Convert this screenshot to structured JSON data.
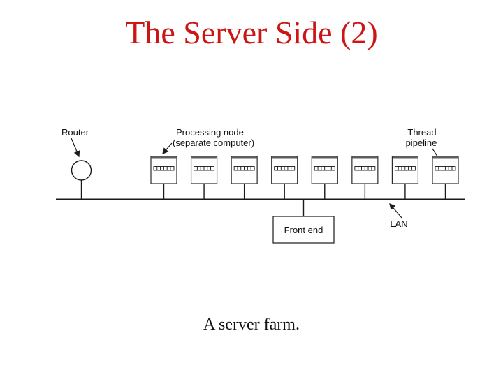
{
  "title": "The Server Side (2)",
  "caption": "A server farm.",
  "colors": {
    "title": "#cc1515",
    "ink": "#1a1a1a"
  },
  "diagram": {
    "router_label": "Router",
    "processing_label_line1": "Processing node",
    "processing_label_line2": "(separate computer)",
    "thread_label_line1": "Thread",
    "thread_label_line2": "pipeline",
    "lan_label": "LAN",
    "front_end_label": "Front end",
    "node_count": 8,
    "threads_per_node": 6
  }
}
